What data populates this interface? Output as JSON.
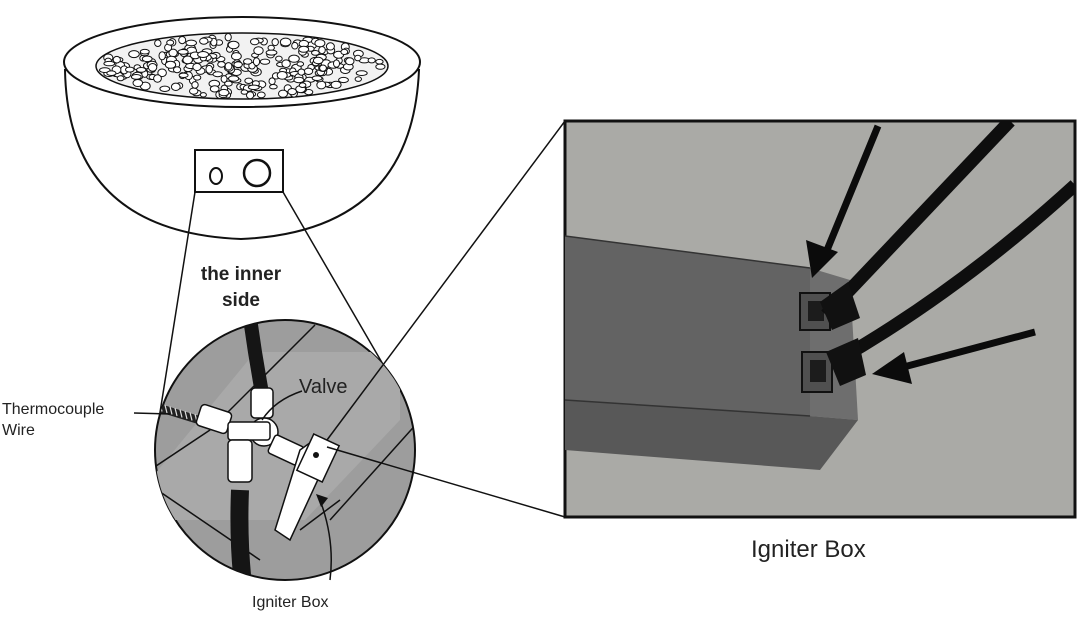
{
  "labels": {
    "inner_side_line1": "the inner",
    "inner_side_line2": "side",
    "thermocouple_line1": "Thermocouple",
    "thermocouple_line2": "Wire",
    "valve": "Valve",
    "igniter_box_small": "Igniter Box",
    "igniter_box_large": "Igniter Box"
  },
  "colors": {
    "line": "#111111",
    "zoom_background": "#a9a9a5",
    "igniter_box_face": "#5e5e5e",
    "circle_fill": "#9d9d9d"
  }
}
